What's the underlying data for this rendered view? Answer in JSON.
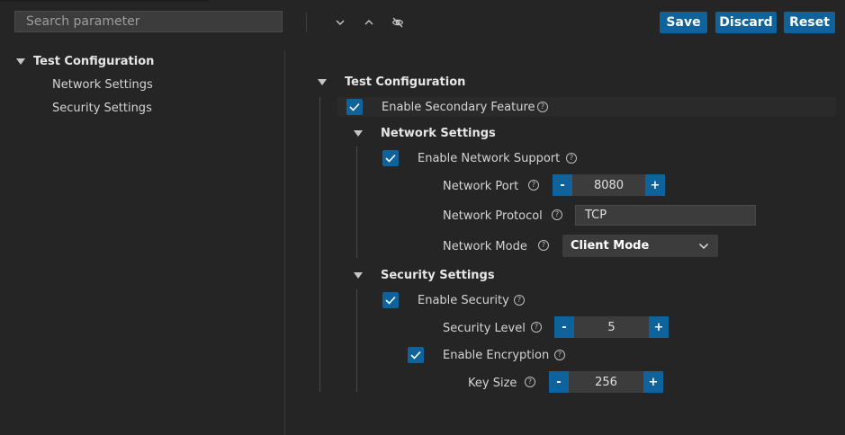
{
  "toolbar": {
    "search_placeholder": "Search parameter",
    "save_label": "Save",
    "discard_label": "Discard",
    "reset_label": "Reset"
  },
  "tree": {
    "root": "Test Configuration",
    "children": [
      "Network Settings",
      "Security Settings"
    ]
  },
  "config": {
    "title": "Test Configuration",
    "enable_secondary_feature": "Enable Secondary Feature",
    "network": {
      "title": "Network Settings",
      "enable_label": "Enable Network Support",
      "port_label": "Network Port",
      "port_value": "8080",
      "protocol_label": "Network Protocol",
      "protocol_value": "TCP",
      "mode_label": "Network Mode",
      "mode_value": "Client Mode"
    },
    "security": {
      "title": "Security Settings",
      "enable_label": "Enable Security",
      "level_label": "Security Level",
      "level_value": "5",
      "encryption_label": "Enable Encryption",
      "keysize_label": "Key Size",
      "keysize_value": "256"
    },
    "stepper_minus": "-",
    "stepper_plus": "+",
    "help_glyph": "?"
  },
  "colors": {
    "accent": "#0e639c",
    "background": "#252526",
    "input": "#3c3c3c"
  },
  "icons": [
    "chevron-down-icon",
    "chevron-up-icon",
    "eye-off-icon",
    "checkmark-icon",
    "question-icon",
    "caret-down-icon"
  ]
}
